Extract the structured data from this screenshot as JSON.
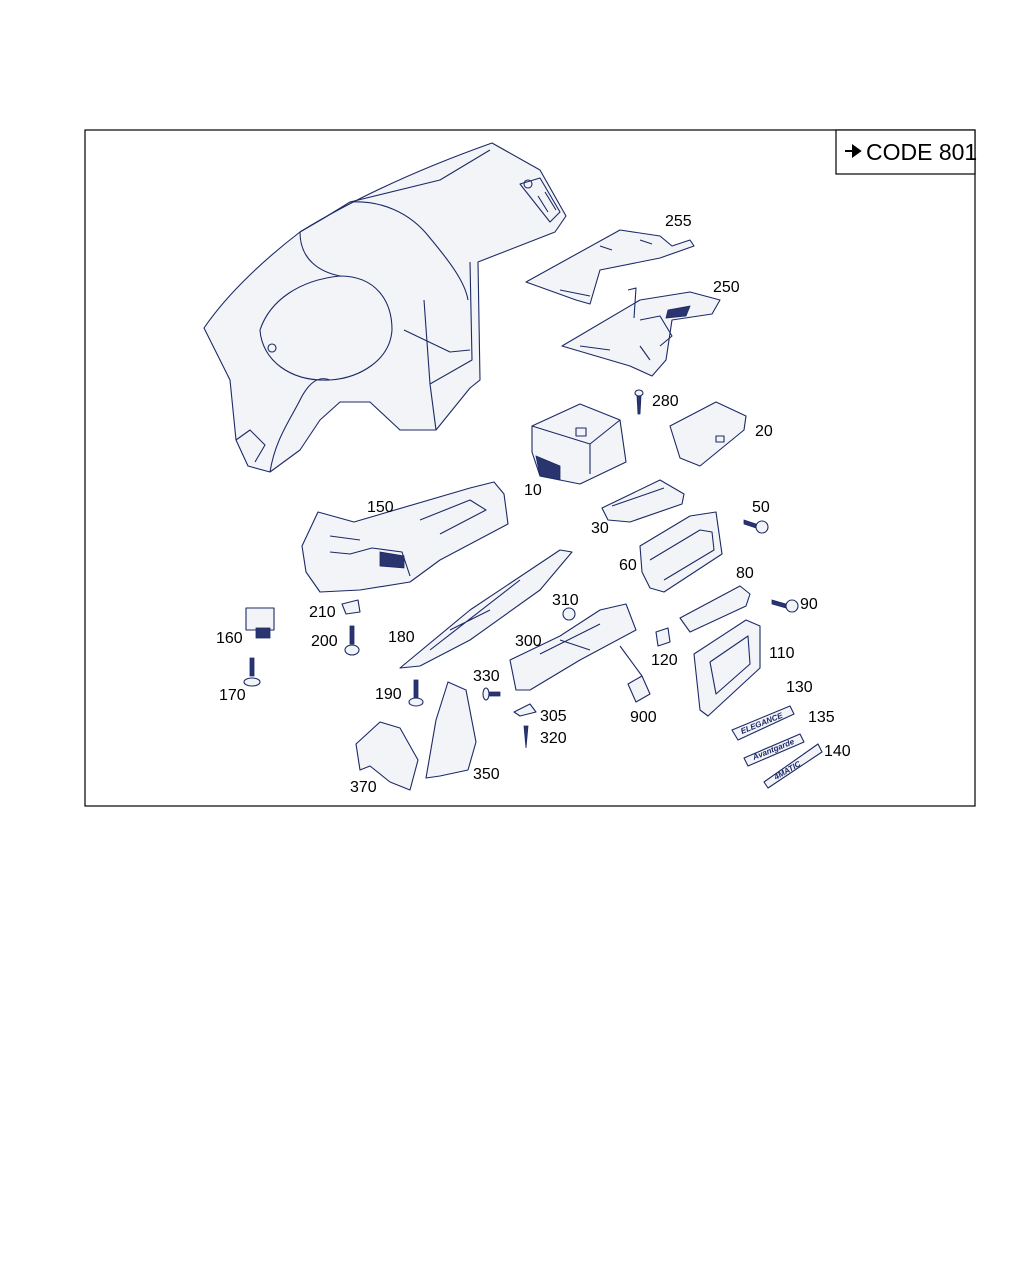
{
  "code_box": {
    "label": "CODE 801"
  },
  "badges": {
    "b130": "ELEGANCE",
    "b135": "Avantgarde",
    "b140": "4MATIC"
  },
  "parts": {
    "p10": "10",
    "p20": "20",
    "p30": "30",
    "p50": "50",
    "p60": "60",
    "p80": "80",
    "p90": "90",
    "p110": "110",
    "p120": "120",
    "p130": "130",
    "p135": "135",
    "p140": "140",
    "p150": "150",
    "p160": "160",
    "p170": "170",
    "p180": "180",
    "p190": "190",
    "p200": "200",
    "p210": "210",
    "p250": "250",
    "p255": "255",
    "p280": "280",
    "p300": "300",
    "p305": "305",
    "p310": "310",
    "p320": "320",
    "p330": "330",
    "p350": "350",
    "p370": "370",
    "p900": "900"
  }
}
